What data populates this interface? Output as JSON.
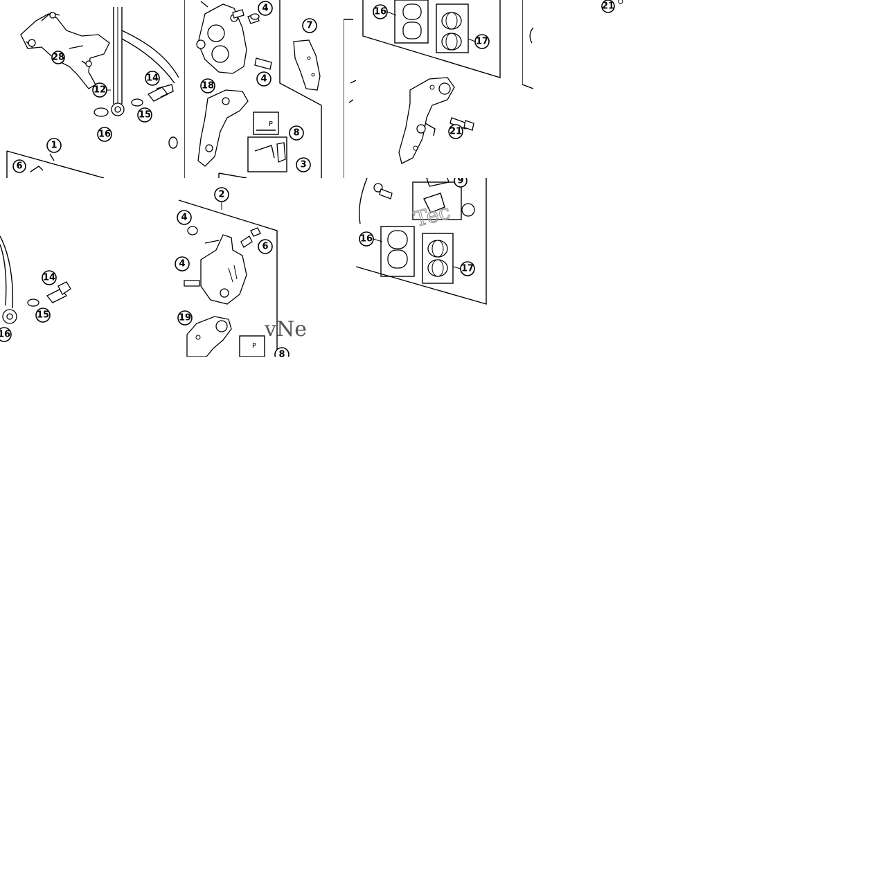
{
  "tiles": {
    "t1": {
      "callouts": [
        "28",
        "12",
        "14",
        "15",
        "16",
        "1",
        "6"
      ]
    },
    "t2": {
      "callouts": [
        "4",
        "7",
        "18",
        "4",
        "8",
        "3"
      ],
      "pad_letter": "P"
    },
    "t3": {
      "callouts": [
        "16",
        "17",
        "21"
      ]
    },
    "t4": {
      "callouts": [
        "21"
      ]
    },
    "t5": {
      "callouts": [
        "14",
        "15",
        "16"
      ]
    },
    "t6": {
      "callouts": [
        "2",
        "4",
        "6",
        "4",
        "19",
        "8"
      ],
      "pad_letter": "P",
      "watermark": "vNe"
    },
    "t7": {
      "callouts": [
        "9",
        "16",
        "17"
      ],
      "watermark": "Tec"
    }
  }
}
